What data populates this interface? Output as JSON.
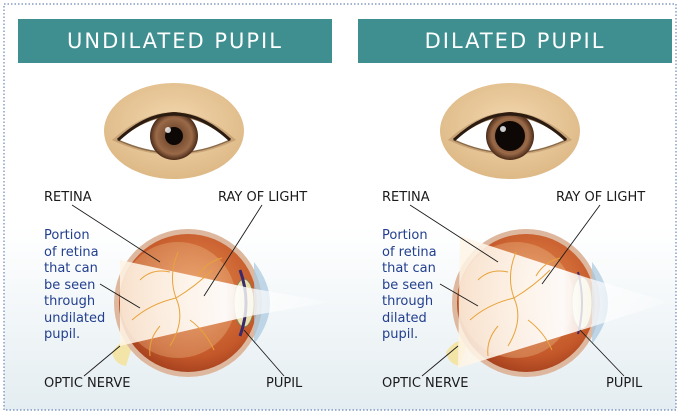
{
  "panels": [
    {
      "title": "UNDILATED PUPIL",
      "retina_label": "RETINA",
      "ray_label": "RAY OF LIGHT",
      "nerve_label": "OPTIC NERVE",
      "pupil_label": "PUPIL",
      "note_lines": [
        "Portion",
        "of retina",
        "that can",
        "be seen",
        "through",
        "undilated",
        "pupil."
      ]
    },
    {
      "title": "DILATED PUPIL",
      "retina_label": "RETINA",
      "ray_label": "RAY OF LIGHT",
      "nerve_label": "OPTIC NERVE",
      "pupil_label": "PUPIL",
      "note_lines": [
        "Portion",
        "of retina",
        "that can",
        "be seen",
        "through",
        "dilated",
        "pupil."
      ]
    }
  ],
  "colors": {
    "header": "#3f8f91",
    "note_text": "#23408f",
    "skin": "#e6c79c",
    "iris": "#8a5a3c",
    "eyeball": "#c6612f",
    "retina": "#f0c89a",
    "lens": "#e9e2b0",
    "border": "#6b86b8"
  },
  "icons": [
    "eye-icon",
    "eyeball-cross-section-icon",
    "light-ray-icon"
  ]
}
